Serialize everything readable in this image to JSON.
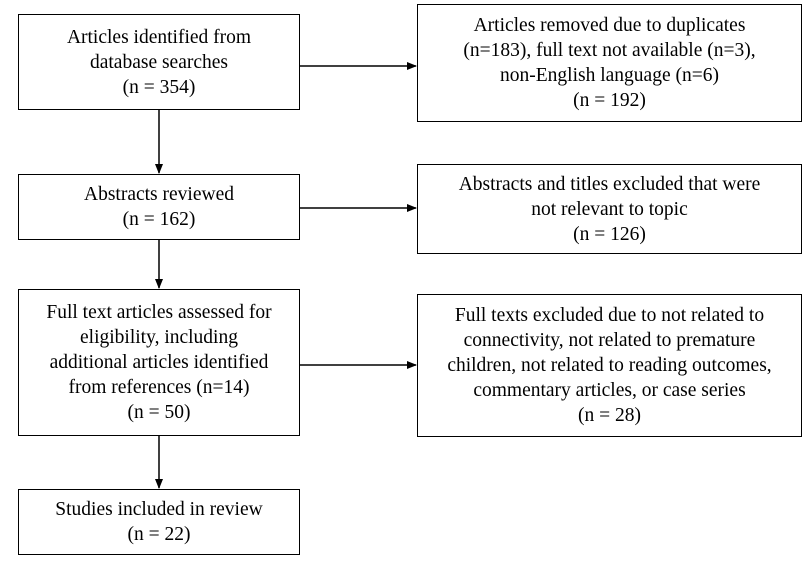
{
  "flow": {
    "identified": {
      "lines": [
        "Articles identified from",
        "database searches",
        "(n = 354)"
      ]
    },
    "abstracts": {
      "lines": [
        "Abstracts reviewed",
        "(n = 162)"
      ]
    },
    "fulltext": {
      "lines": [
        "Full text articles assessed for",
        "eligibility,  including",
        "additional articles identified",
        "from references (n=14)",
        "(n = 50)"
      ]
    },
    "included": {
      "lines": [
        "Studies included in review",
        "(n = 22)"
      ]
    }
  },
  "exclusions": {
    "duplicates": {
      "lines": [
        "Articles removed due to duplicates",
        "(n=183), full text not available (n=3),",
        "non-English language (n=6)",
        "(n = 192)"
      ]
    },
    "not_relevant": {
      "lines": [
        "Abstracts and titles excluded that were",
        "not relevant to topic",
        "(n = 126)"
      ]
    },
    "fulltext_excluded": {
      "lines": [
        "Full texts excluded due to not related to",
        "connectivity, not related to premature",
        "children, not related to reading outcomes,",
        "commentary articles, or case series",
        "(n = 28)"
      ]
    }
  },
  "colors": {
    "stroke": "#000000",
    "background": "#ffffff"
  }
}
